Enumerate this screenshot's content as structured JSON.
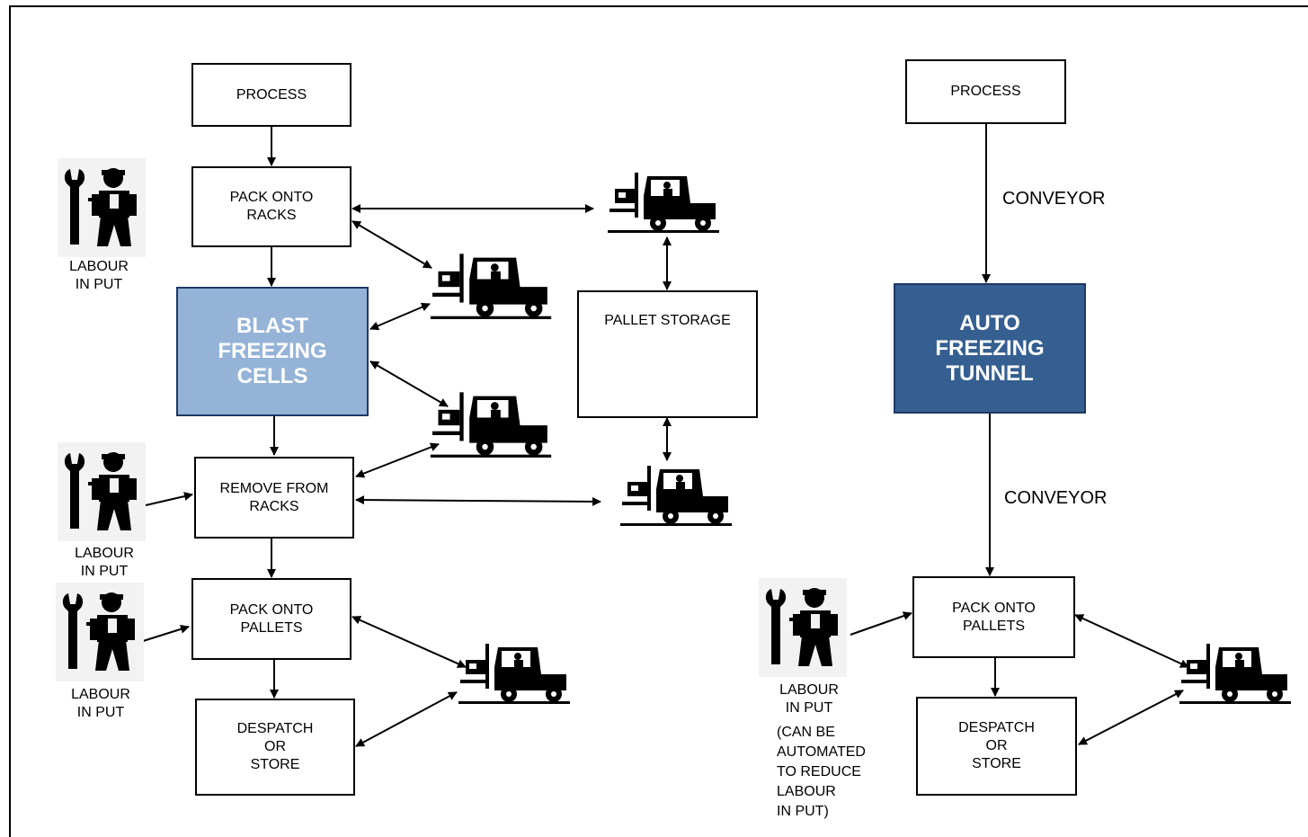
{
  "left": {
    "process": "PROCESS",
    "pack_racks": "PACK ONTO\nRACKS",
    "blast": "BLAST\nFREEZING\nCELLS",
    "remove_racks": "REMOVE FROM\nRACKS",
    "pack_pallets": "PACK ONTO\nPALLETS",
    "despatch": "DESPATCH\nOR\nSTORE",
    "pallet_storage": "PALLET STORAGE",
    "labour1": "LABOUR\nIN PUT",
    "labour2": "LABOUR\nIN PUT",
    "labour3": "LABOUR\nIN PUT"
  },
  "right": {
    "process": "PROCESS",
    "conveyor1": "CONVEYOR",
    "tunnel": "AUTO\nFREEZING\nTUNNEL",
    "conveyor2": "CONVEYOR",
    "pack_pallets": "PACK ONTO\nPALLETS",
    "despatch": "DESPATCH\nOR\nSTORE",
    "labour": "LABOUR\nIN PUT",
    "labour_note": "(CAN BE\nAUTOMATED\nTO REDUCE\nLABOUR\nIN PUT)"
  },
  "icons": [
    "worker-icon",
    "forklift-icon"
  ]
}
